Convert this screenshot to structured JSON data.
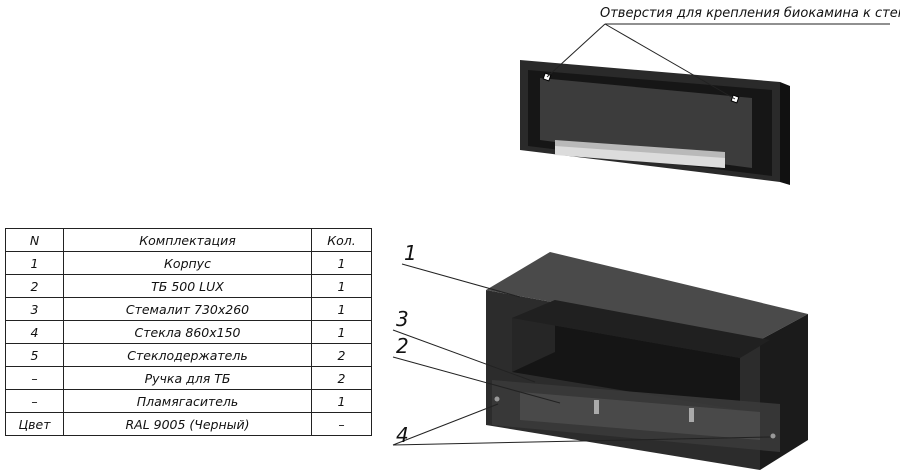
{
  "top_note": "Отверстия для крепления биокамина к стене",
  "table": {
    "headers": [
      "N",
      "Комплектация",
      "Кол."
    ],
    "rows": [
      [
        "1",
        "Корпус",
        "1"
      ],
      [
        "2",
        "ТБ 500 LUX",
        "1"
      ],
      [
        "3",
        "Стемалит 730х260",
        "1"
      ],
      [
        "4",
        "Стекла 860х150",
        "1"
      ],
      [
        "5",
        "Стеклодержатель",
        "2"
      ],
      [
        "–",
        "Ручка для ТБ",
        "2"
      ],
      [
        "–",
        "Пламягаситель",
        "1"
      ],
      [
        "Цвет",
        "RAL 9005 (Черный)",
        "–"
      ]
    ]
  },
  "callouts": [
    "1",
    "3",
    "2",
    "4"
  ]
}
